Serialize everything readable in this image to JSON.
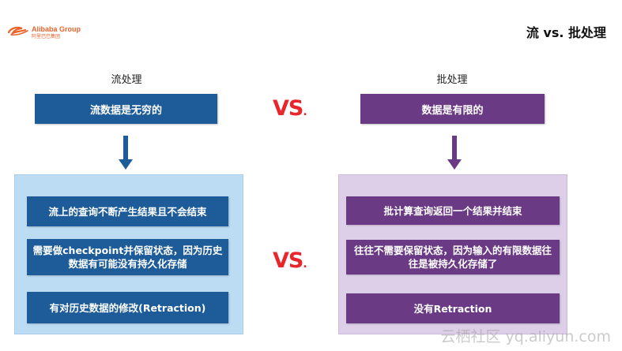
{
  "header": {
    "logo_text": "Alibaba Group",
    "logo_sub": "阿里巴巴集团",
    "title": "流 vs. 批处理"
  },
  "left": {
    "heading": "流处理",
    "top_box": "流数据是无穷的",
    "items": [
      "流上的查询不断产生结果且不会结束",
      "需要做checkpoint并保留状态，因为历史数据有可能没有持久化存储",
      "有对历史数据的修改(Retraction)"
    ]
  },
  "right": {
    "heading": "批处理",
    "top_box": "数据是有限的",
    "items": [
      "批计算查询返回一个结果并结束",
      "往往不需要保留状态，因为输入的有限数据往往是被持久化存储了",
      "没有Retraction"
    ]
  },
  "vs_label": "VS",
  "watermark": "云栖社区 yq.aliyun.com",
  "colors": {
    "blue": "#1d5c99",
    "purple": "#6a3a84",
    "vs_red": "#e8262b",
    "left_panel_bg": "#bcdcf3",
    "right_panel_bg": "#decfe8"
  }
}
